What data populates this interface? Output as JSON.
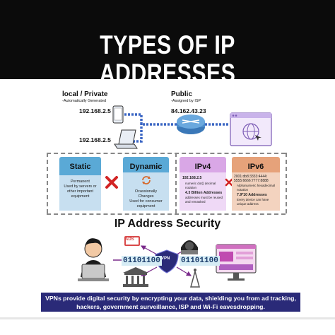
{
  "title": "TYPES OF IP ADDRESSES",
  "network": {
    "local_title": "local / Private",
    "local_sub": "-Automatically Generated",
    "local_ip_1": "192.168.2.5",
    "local_ip_2": "192.168.2.5",
    "public_title": "Public",
    "public_sub": "-Assigned by ISP",
    "public_ip": "84.162.43.23"
  },
  "static": {
    "title": "Static",
    "desc": "Permanent\nUsed by servers or\nother important\nequipment"
  },
  "dynamic": {
    "title": "Dynamic",
    "desc": "Ocassionally\nChanges\nUsed for consumer\nequipment"
  },
  "ipv4": {
    "title": "IPv4",
    "address": "192.168.2.5",
    "bullet_1": "numeric dot() decimal notation",
    "bullet_2": "4.3 Billion Addresses",
    "bullet_3": "addresses must be reused and remasked"
  },
  "ipv6": {
    "title": "IPv6",
    "address": "2001:db8:3333:4444:\n5555:6666:7777:8888",
    "bullet_1": "Alphanumeric hexadecimal notation",
    "bullet_2": "7.9*10 Addresses",
    "bullet_3": "Every device can have unique address"
  },
  "security": {
    "title": "IP Address Security",
    "ads_label": "ADS",
    "vpn_label": "VPN",
    "binary_left": "01101100",
    "binary_right": "01101100"
  },
  "footer": "VPNs provide digital security by encrypting your data, shielding you from ad tracking, hackers, government surveillance, ISP and Wi-Fi eavesdropping.",
  "colors": {
    "header_bg": "#0b0b0b",
    "static_blue": "#5aa9d6",
    "dynamic_blue": "#5aa9d6",
    "ipv4_purple": "#d9a7e6",
    "ipv6_orange": "#e6a27a",
    "footer_bg": "#2a2a78",
    "cross_red": "#d22424"
  }
}
